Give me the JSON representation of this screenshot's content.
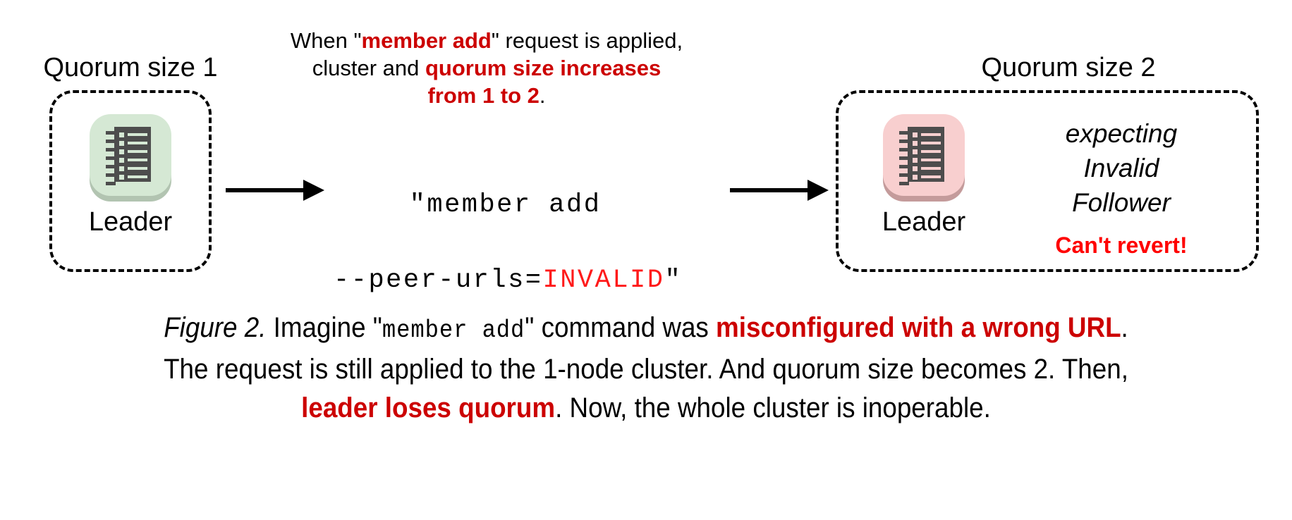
{
  "figure": {
    "background": "#ffffff",
    "accent_red": "#cc0000",
    "bright_red": "#ff0000",
    "invalid_red": "#ff1a1a",
    "server_dark": "#4d4d4d"
  },
  "left_cluster": {
    "quorum_label": "Quorum size 1",
    "plate_color": "#d5e8d4",
    "shadow_color": "#b2c4b1",
    "node": {
      "icon": "server-icon",
      "label": "Leader"
    }
  },
  "right_cluster": {
    "quorum_label": "Quorum size 2",
    "plate_color": "#f8cfcf",
    "shadow_color": "#c49b9b",
    "node": {
      "icon": "server-icon",
      "label": "Leader"
    },
    "status": {
      "line1": "expecting",
      "line2": "Invalid",
      "line3": "Follower",
      "warning": "Can't revert!"
    }
  },
  "annotation": {
    "line1_a": "When \"",
    "line1_b": "member add",
    "line1_c": "\" request is applied,",
    "line2_a": "cluster and ",
    "line2_b": "quorum size increases",
    "line3_b": "from 1 to 2",
    "line3_c": "."
  },
  "command": {
    "quote_open": "\"",
    "line1": "member add",
    "line2_prefix": "--peer-urls=",
    "line2_value": "INVALID",
    "quote_close": "\""
  },
  "arrows": {
    "left_arrow": "arrow-right",
    "right_arrow": "arrow-right"
  },
  "caption": {
    "fig_label": "Figure 2.",
    "l1_a": " Imagine \"",
    "l1_mono": "member add",
    "l1_b": "\" command was ",
    "l1_hl": "misconfigured with a wrong URL",
    "l1_c": ".",
    "l2": "The request is still applied to the 1-node cluster. And quorum size becomes 2. Then,",
    "l3_hl": "leader loses quorum",
    "l3_b": ". Now, the whole cluster is inoperable."
  }
}
